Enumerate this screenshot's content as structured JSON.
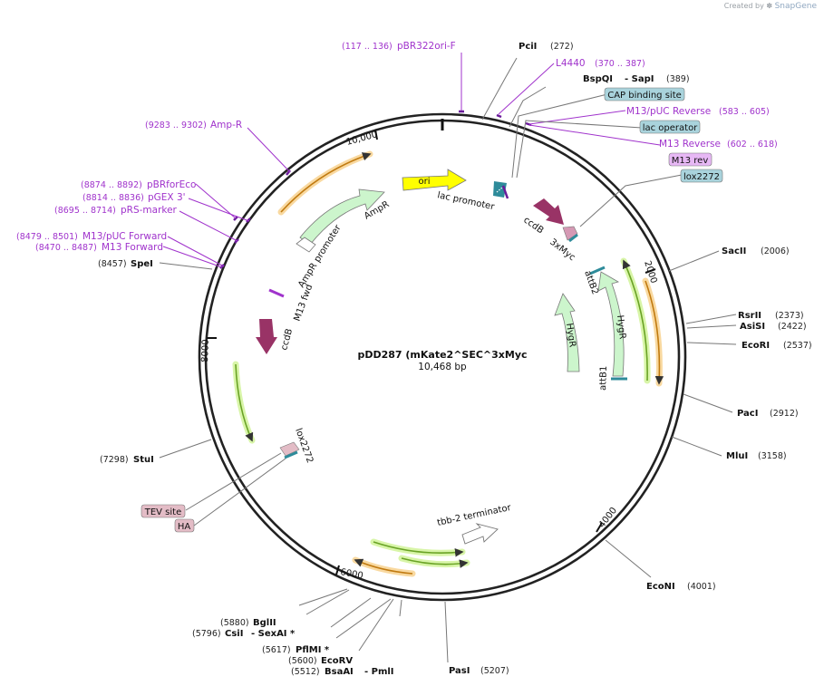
{
  "header": {
    "watermark_prefix": "Created by",
    "watermark_brand": "SnapGene"
  },
  "plasmid": {
    "name": "pDD287 (mKate2^SEC^3xMyc",
    "length_label": "10,468 bp",
    "length": 10468
  },
  "ticks": [
    "2000",
    "4000",
    "6000",
    "8000",
    "10,000"
  ],
  "sites": [
    {
      "name": "PciI",
      "pos": "(272)"
    },
    {
      "name": "BspQI",
      "extra": "- SapI",
      "pos": "(389)"
    },
    {
      "name": "SacII",
      "pos": "(2006)"
    },
    {
      "name": "RsrII",
      "pos": "(2373)"
    },
    {
      "name": "AsiSI",
      "pos": "(2422)"
    },
    {
      "name": "EcoRI",
      "pos": "(2537)"
    },
    {
      "name": "PacI",
      "pos": "(2912)"
    },
    {
      "name": "MluI",
      "pos": "(3158)"
    },
    {
      "name": "EcoNI",
      "pos": "(4001)"
    },
    {
      "name": "PasI",
      "pos": "(5207)"
    },
    {
      "name": "BsaAI",
      "extra": "- PmlI",
      "pos": "(5512)"
    },
    {
      "name": "EcoRV",
      "pos": "(5600)"
    },
    {
      "name": "PflMI *",
      "pos": "(5617)"
    },
    {
      "name": "CsiI",
      "extra": "- SexAI *",
      "pos": "(5796)"
    },
    {
      "name": "BglII",
      "pos": "(5880)"
    },
    {
      "name": "StuI",
      "pos": "(7298)"
    },
    {
      "name": "SpeI",
      "pos": "(8457)"
    }
  ],
  "primers": [
    {
      "name": "pBR322ori-F",
      "pos": "(117 .. 136)"
    },
    {
      "name": "L4440",
      "pos": "(370 .. 387)"
    },
    {
      "name": "M13/pUC Reverse",
      "pos": "(583 .. 605)"
    },
    {
      "name": "M13 Reverse",
      "pos": "(602 .. 618)"
    },
    {
      "name": "Amp-R",
      "pos": "(9283 .. 9302)"
    },
    {
      "name": "pBRforEco",
      "pos": "(8874 .. 8892)"
    },
    {
      "name": "pGEX 3'",
      "pos": "(8814 .. 8836)"
    },
    {
      "name": "pRS-marker",
      "pos": "(8695 .. 8714)"
    },
    {
      "name": "M13/pUC Forward",
      "pos": "(8479 .. 8501)"
    },
    {
      "name": "M13 Forward",
      "pos": "(8470 .. 8487)"
    }
  ],
  "boxed_labels": [
    {
      "text": "CAP binding site",
      "fill": "#a9d3dc"
    },
    {
      "text": "lac operator",
      "fill": "#a9d3dc"
    },
    {
      "text": "M13 rev",
      "fill": "#e7b8f5"
    },
    {
      "text": "lox2272",
      "fill": "#a9d3dc"
    },
    {
      "text": "TEV site",
      "fill": "#e3bcc6"
    },
    {
      "text": "HA",
      "fill": "#e3bcc6"
    }
  ],
  "features": {
    "ori": "ori",
    "lac_promoter": "lac promoter",
    "ampr": "AmpR",
    "ampr_promoter": "AmpR promoter",
    "m13_fwd": "M13 fwd",
    "ccdb_left": "ccdB",
    "ccdb_right": "ccdB",
    "myc": "3xMyc",
    "attb2": "attB2",
    "attb1": "attB1",
    "hygr_outer": "HygR",
    "hygr_inner": "HygR",
    "lox2272_inner": "lox2272",
    "tbb2": "tbb-2 terminator"
  },
  "colors": {
    "ori": "#ffff00",
    "ampr": "#ccf5cc",
    "hygr": "#ccf5cc",
    "ccdb": "#993366",
    "myc": "#d599b4",
    "primer": "#a033cc",
    "primer_bind": "#6a1b9a",
    "cds_bar": "#6aa326",
    "cds_glow": "#d8f5a8",
    "orange_bar": "#c07a10",
    "orange_glow": "#f9d9a0",
    "teal": "#2e8b9a",
    "backbone": "#333333"
  }
}
